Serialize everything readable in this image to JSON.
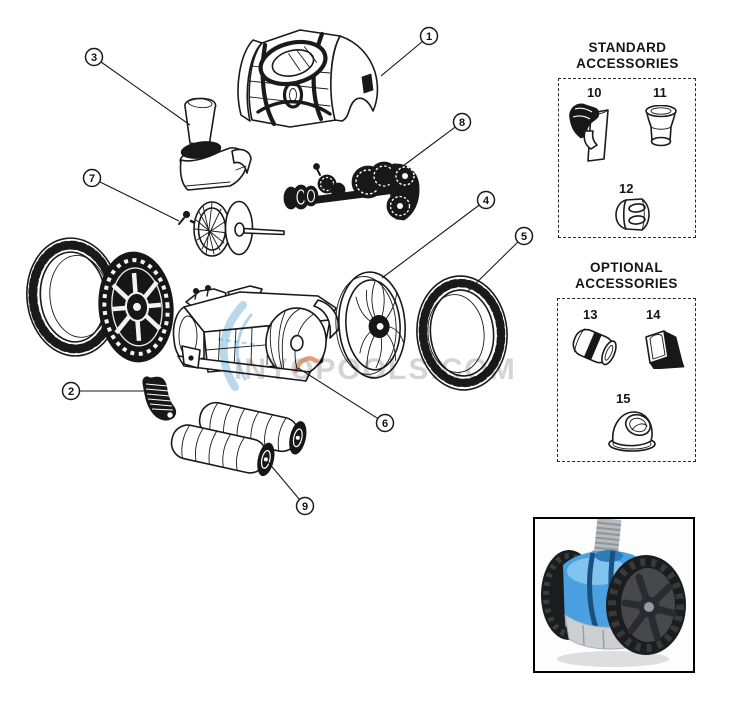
{
  "watermark": {
    "text": "INYOPOOLS.COM",
    "text_color": "#9a9a9a",
    "swoosh_blue": "#74b2da",
    "swoosh_orange": "#dd7038"
  },
  "diagram": {
    "callouts": [
      {
        "n": "1"
      },
      {
        "n": "2"
      },
      {
        "n": "3"
      },
      {
        "n": "4"
      },
      {
        "n": "5"
      },
      {
        "n": "6"
      },
      {
        "n": "7"
      },
      {
        "n": "8"
      },
      {
        "n": "9"
      }
    ]
  },
  "accessories": {
    "standard": {
      "title": "STANDARD ACCESSORIES",
      "items": [
        {
          "n": "10"
        },
        {
          "n": "11"
        },
        {
          "n": "12"
        }
      ]
    },
    "optional": {
      "title": "OPTIONAL ACCESSORIES",
      "items": [
        {
          "n": "13"
        },
        {
          "n": "14"
        },
        {
          "n": "15"
        }
      ]
    }
  },
  "photo": {
    "colors": {
      "body_blue": "#4aa0e0",
      "body_highlight": "#8ecdf4",
      "wheel_dark": "#1b1c1e",
      "hose_gray": "#b6bbc0",
      "skirt_silver": "#ccd0d4"
    }
  }
}
